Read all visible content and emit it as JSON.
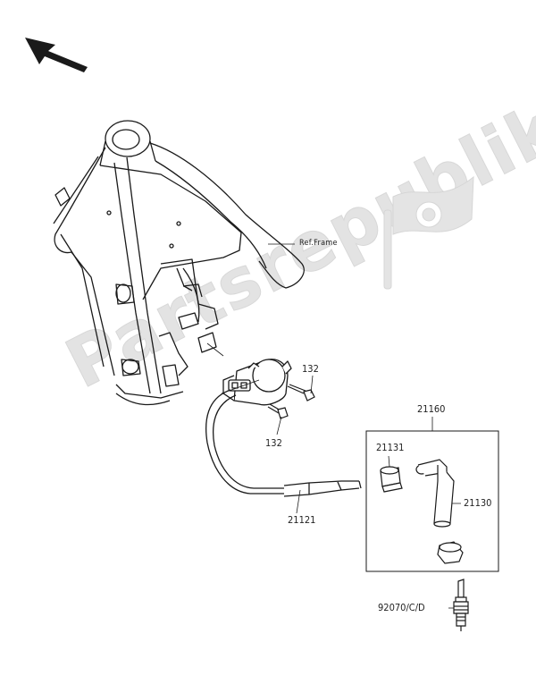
{
  "watermark": {
    "text": "Partsrepublik"
  },
  "icons": {
    "direction_arrow": "arrow-up-left-icon",
    "watermark_logo": "gear-flag-icon"
  },
  "labels": {
    "ref_frame": "Ref.Frame",
    "bolt_upper": "132",
    "bolt_lower": "132",
    "lead_wire": "21121",
    "cap_assembly": "21160",
    "terminal_nut": "21131",
    "plug_cap": "21130",
    "spark_plug": "92070/C/D"
  },
  "colors": {
    "line": "#1a1a1a",
    "watermark": "#e3e3e3"
  }
}
